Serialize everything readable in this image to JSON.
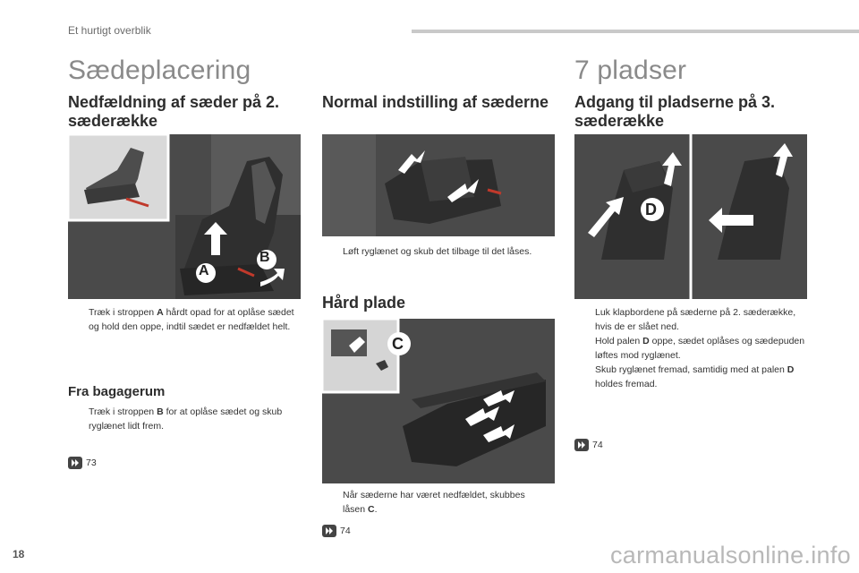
{
  "header": {
    "title": "Et hurtigt overblik"
  },
  "left_section": {
    "title": "Sædeplacering",
    "col1": {
      "heading": "Nedfældning af sæder på 2. sæderække",
      "bullet_prefix": "Træk i stroppen ",
      "bullet_bold": "A",
      "bullet_suffix": " hårdt opad for at oplåse sædet og hold den oppe, indtil sædet er nedfældet helt.",
      "sub_heading": "Fra bagagerum",
      "bullet2_prefix": "Træk i stroppen ",
      "bullet2_bold": "B",
      "bullet2_suffix": " for at oplåse sædet og skub ryglænet lidt frem.",
      "ref": "73",
      "label_a": "A",
      "label_b": "B"
    },
    "col2": {
      "heading": "Normal indstilling af sæderne",
      "bullet": "Løft ryglænet og skub det tilbage til det låses.",
      "sub_heading": "Hård plade",
      "bullet2_prefix": "Når sæderne har været nedfældet, skubbes låsen ",
      "bullet2_bold": "C",
      "bullet2_suffix": ".",
      "ref": "74",
      "label_c": "C"
    }
  },
  "right_section": {
    "title": "7 pladser",
    "heading": "Adgang til pladserne på 3. sæderække",
    "bullets": [
      {
        "prefix": "Luk klapbordene på sæderne på 2. sæderække, hvis de er slået ned.",
        "bold": "",
        "suffix": ""
      },
      {
        "prefix": "Hold palen ",
        "bold": "D",
        "suffix": " oppe, sædet oplåses og sædepuden løftes mod ryglænet."
      },
      {
        "prefix": "Skub ryglænet fremad, samtidig med at palen ",
        "bold": "D",
        "suffix": " holdes fremad."
      }
    ],
    "ref": "74",
    "label_d": "D"
  },
  "bullet_mark": "",
  "page_number": "18",
  "watermark": "carmanualsonline.info"
}
